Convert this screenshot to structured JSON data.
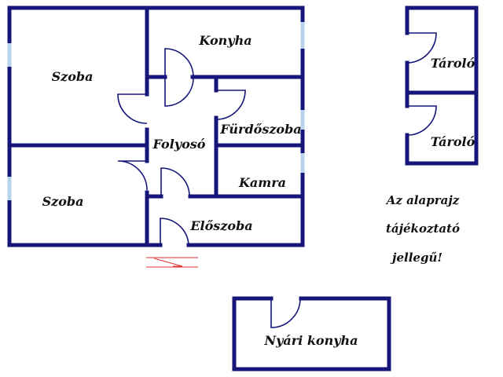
{
  "rooms": {
    "szoba_1": "Szoba",
    "szoba_2": "Szoba",
    "konyha": "Konyha",
    "furdoszoba": "Fürdőszoba",
    "folyoso": "Folyosó",
    "kamra": "Kamra",
    "eloszoba": "Előszoba",
    "tarolo_1": "Tároló",
    "tarolo_2": "Tároló",
    "nyari_konyha": "Nyári konyha"
  },
  "note": {
    "line1": "Az alaprajz",
    "line2": "tájékoztató",
    "line3": "jellegű!"
  },
  "colors": {
    "wall": "#15157a",
    "window": "#b8d4ec",
    "entrance_marker": "#e03030"
  }
}
